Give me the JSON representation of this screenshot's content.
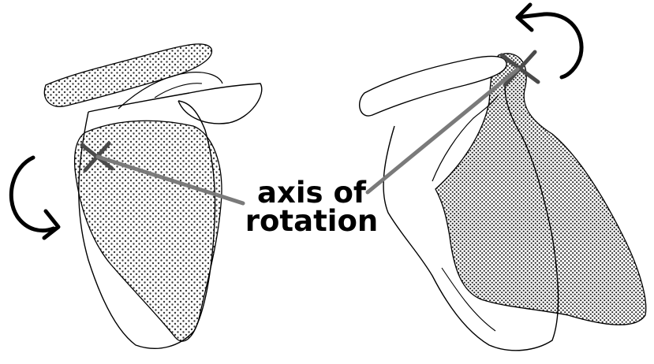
{
  "label": {
    "line1": "axis of",
    "line2": "rotation"
  },
  "colors": {
    "outline": "#000000",
    "axis": "#7a7a7a",
    "marker": "#4a4a4a",
    "shading_dots": "#3a3a3a",
    "background": "#ffffff"
  },
  "icons": {
    "left_rotation": "curved-arrow-counterclockwise",
    "right_rotation": "curved-arrow-counterclockwise",
    "pivot": "x-marker"
  }
}
